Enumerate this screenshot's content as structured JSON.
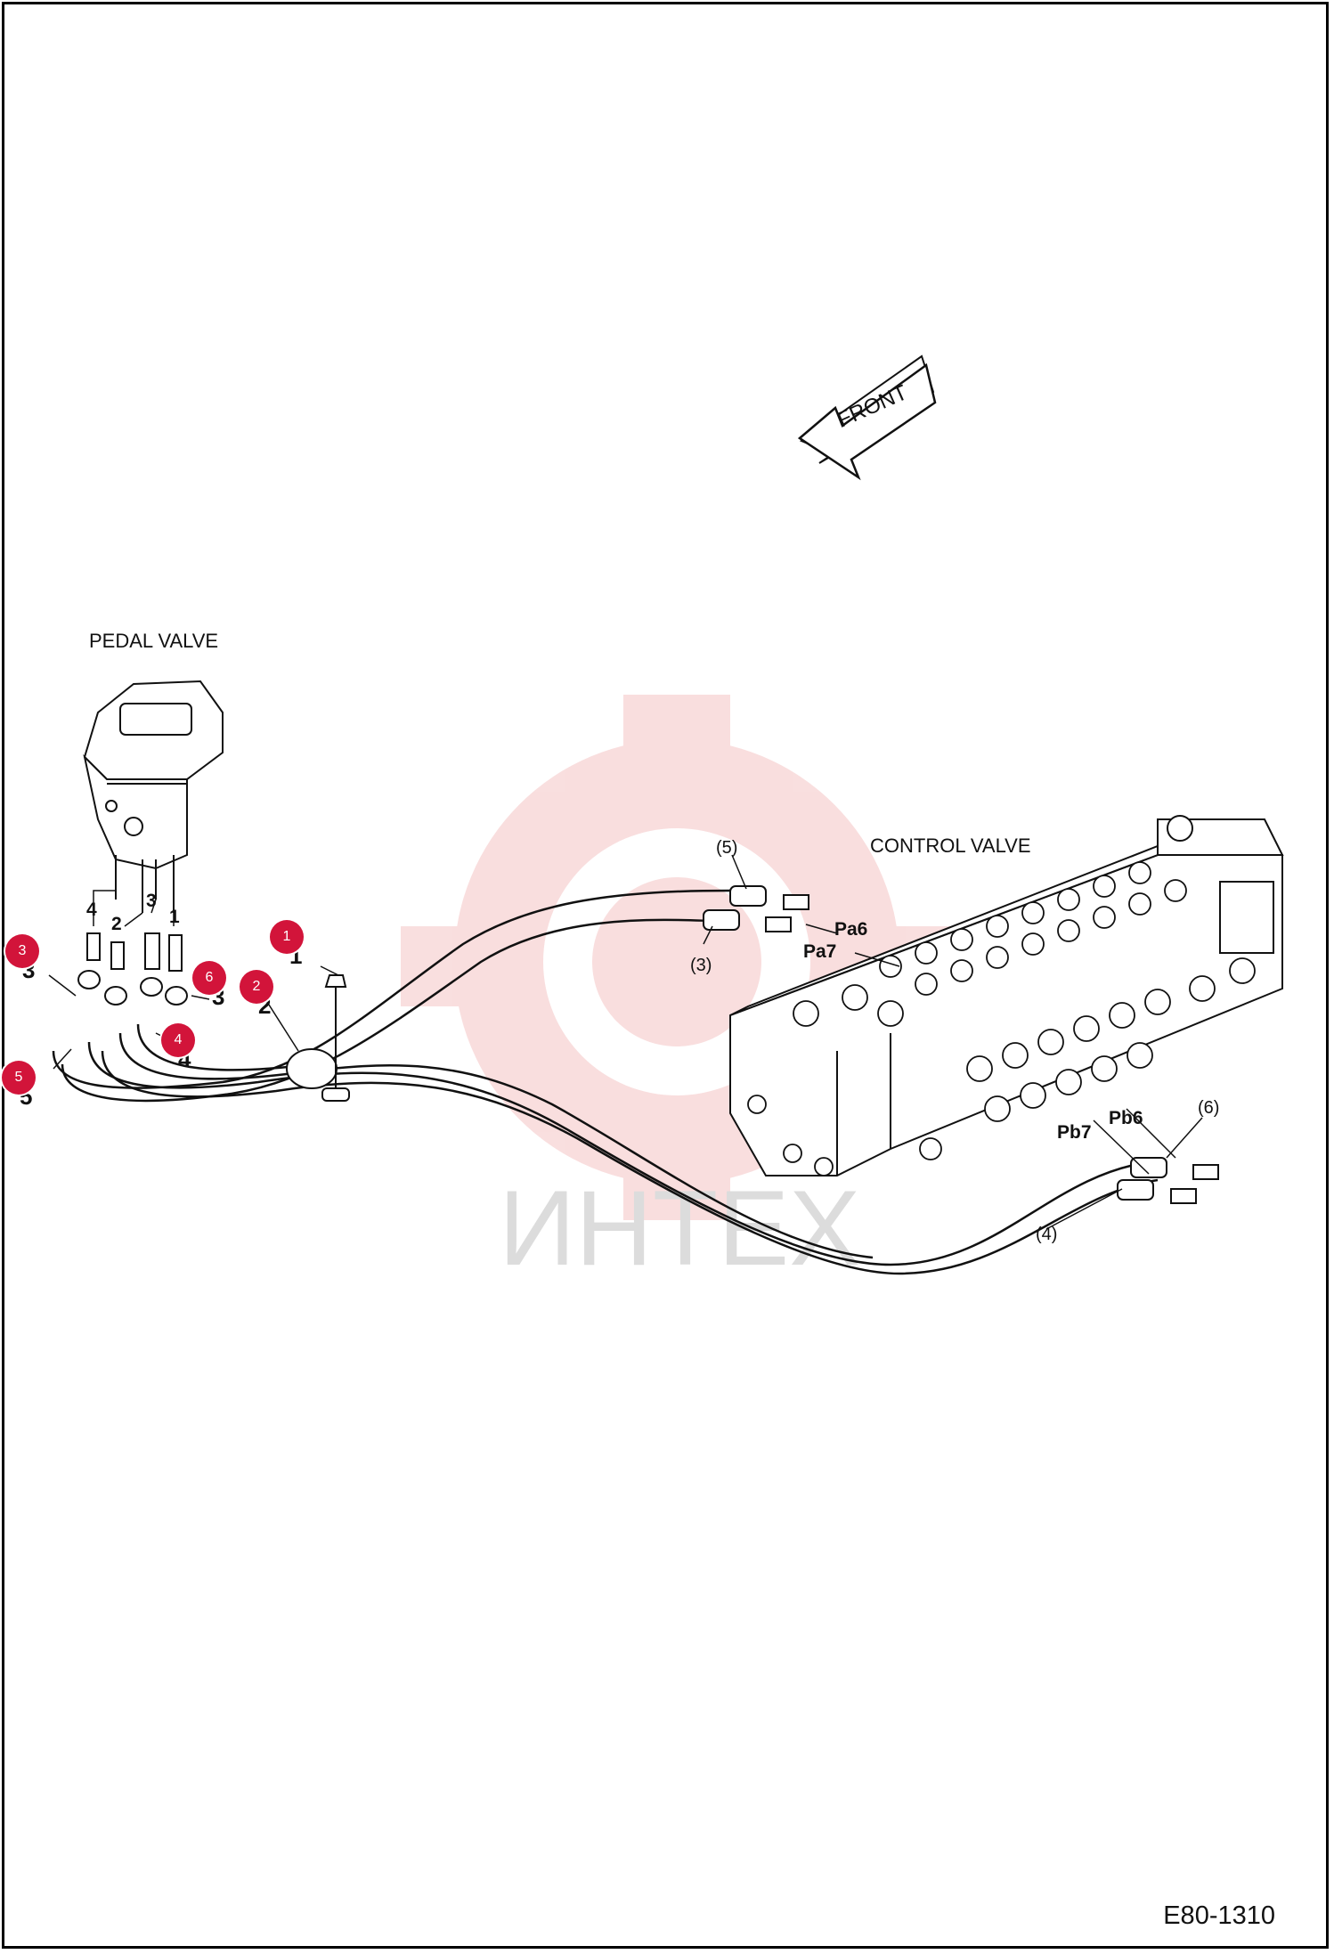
{
  "labels": {
    "pedal_valve": "PEDAL VALVE",
    "control_valve": "CONTROL VALVE",
    "front": "FRONT",
    "watermark": "ИНТЕХ",
    "drawing_code": "E80-1310"
  },
  "port_labels": {
    "pa6": "Pa6",
    "pa7": "Pa7",
    "pb6": "Pb6",
    "pb7": "Pb7"
  },
  "pedal_ports": [
    "4",
    "2",
    "3",
    "1"
  ],
  "callouts": {
    "c3": "(3)",
    "c4": "(4)",
    "c5": "(5)",
    "c6": "(6)"
  },
  "part_numbers": {
    "p1": "1",
    "p2": "2",
    "p3": "3",
    "p4": "4",
    "p5": "5",
    "p3b": "3"
  },
  "hotspots": [
    {
      "label": "1"
    },
    {
      "label": "2"
    },
    {
      "label": "3"
    },
    {
      "label": "4"
    },
    {
      "label": "5"
    },
    {
      "label": "6"
    }
  ],
  "colors": {
    "hotspot": "#d2143a",
    "watermark": "#f2b8b8",
    "line": "#111111"
  }
}
